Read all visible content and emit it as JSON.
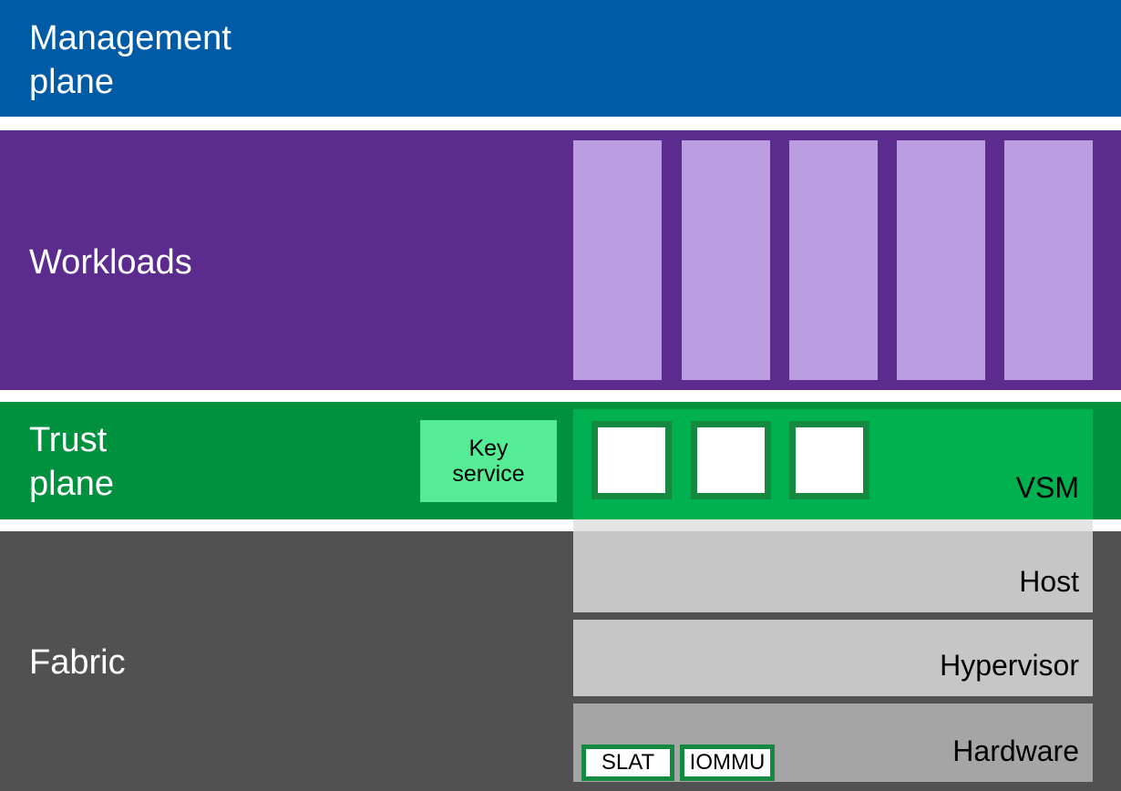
{
  "management": {
    "label": "Management\nplane",
    "color": "#005ba6"
  },
  "workloads": {
    "label": "Workloads",
    "color": "#5b2c8d",
    "column_color": "#bb9ee2",
    "column_count": 5
  },
  "trust": {
    "label": "Trust\nplane",
    "color": "#00913f",
    "key_service": {
      "label": "Key\nservice",
      "color": "#54ed96"
    },
    "vsm": {
      "label": "VSM",
      "color": "#00b14f",
      "enclave_count": 3
    }
  },
  "fabric": {
    "label": "Fabric",
    "color": "#515151",
    "layers": [
      {
        "label": "Host",
        "color": "#c6c6c6"
      },
      {
        "label": "Hypervisor",
        "color": "#c6c6c6"
      },
      {
        "label": "Hardware",
        "color": "#a5a5a5"
      }
    ],
    "hardware_features": [
      "SLAT",
      "IOMMU"
    ]
  },
  "outline_color": "#138a3f"
}
